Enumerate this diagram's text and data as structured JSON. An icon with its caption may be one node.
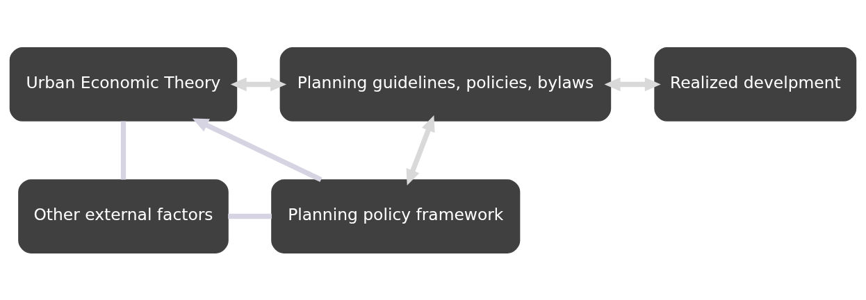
{
  "diagram": {
    "nodes": [
      {
        "text": [
          "Urban Economic Theory"
        ]
      },
      {
        "text": [
          "Planning guidelines, policies, bylaws"
        ]
      },
      {
        "text": [
          "Realized develpment"
        ]
      },
      {
        "text": [
          "Other external factors"
        ]
      },
      {
        "text": [
          "Planning policy framework"
        ]
      }
    ],
    "edges": [
      {
        "from": 0,
        "to": 3,
        "arrow": "none",
        "color": "#d6d3e2"
      },
      {
        "from": 3,
        "to": 4,
        "arrow": "none",
        "color": "#d6d3e2"
      },
      {
        "from": 4,
        "to": 0,
        "arrow": "to",
        "color": "#d6d3e2"
      },
      {
        "from": 0,
        "to": 1,
        "arrow": "both",
        "color": "#d9d9d9"
      },
      {
        "from": 4,
        "to": 1,
        "arrow": "both",
        "color": "#d9d9d9"
      },
      {
        "from": 1,
        "to": 2,
        "arrow": "both",
        "color": "#d9d9d9"
      }
    ]
  }
}
